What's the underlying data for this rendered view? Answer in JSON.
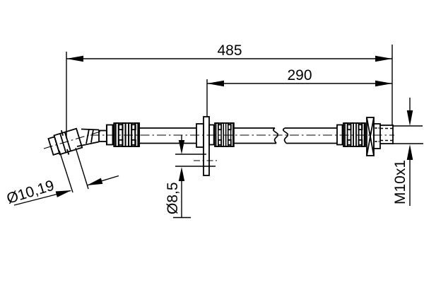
{
  "drawing": {
    "title": "brake-hose-technical-drawing",
    "labels": {
      "dim_overall_length": "485",
      "dim_partial_length": "290",
      "dim_banjo_diameter": "Ø10,19",
      "dim_bracket_hole_diameter": "Ø8,5",
      "dim_thread": "M10x1"
    },
    "colors": {
      "line": "#000000",
      "background": "#ffffff"
    }
  }
}
